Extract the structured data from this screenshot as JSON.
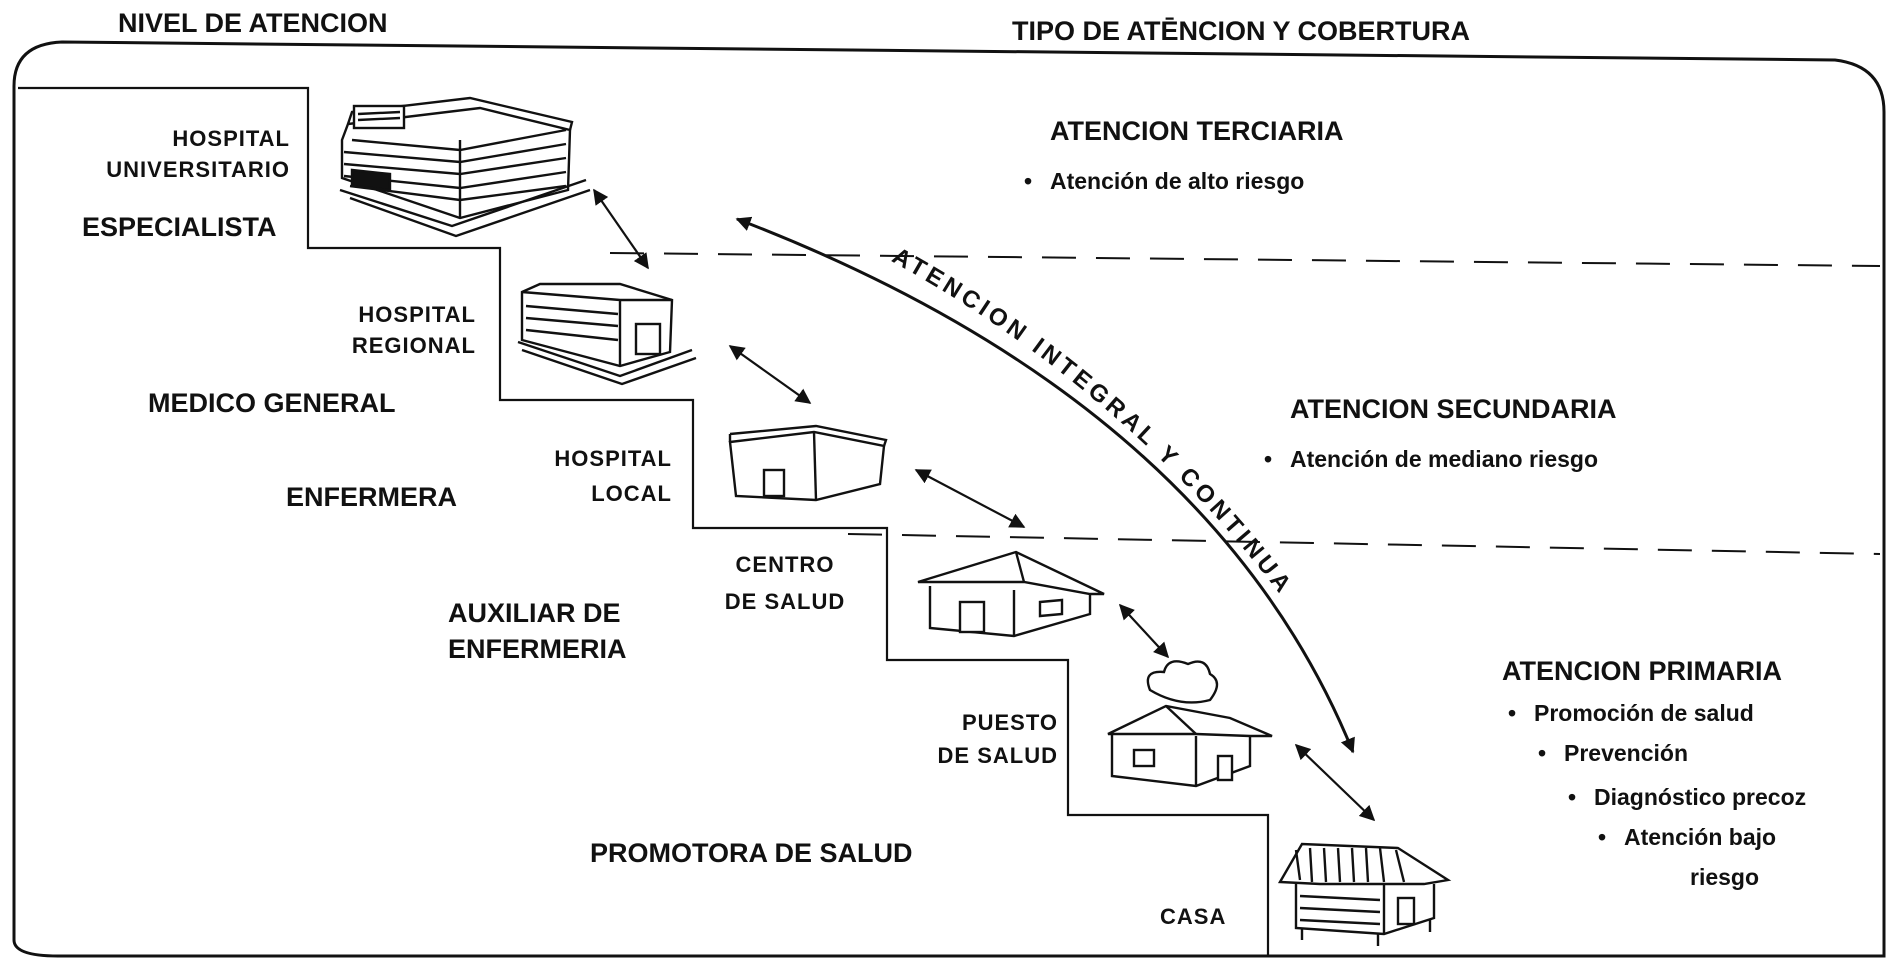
{
  "headers": {
    "nivel": "NIVEL DE ATENCION",
    "tipo": "TIPO DE ATĒNCION Y COBERTURA"
  },
  "staff": {
    "especialista": "ESPECIALISTA",
    "medico_general": "MEDICO GENERAL",
    "enfermera": "ENFERMERA",
    "auxiliar": [
      "AUXILIAR DE",
      "ENFERMERIA"
    ],
    "promotora": "PROMOTORA DE SALUD"
  },
  "facilities": {
    "hospital_universitario": [
      "HOSPITAL",
      "UNIVERSITARIO"
    ],
    "hospital_regional": [
      "HOSPITAL",
      "REGIONAL"
    ],
    "hospital_local": [
      "HOSPITAL",
      "LOCAL"
    ],
    "centro_salud": [
      "CENTRO",
      "DE SALUD"
    ],
    "puesto_salud": [
      "PUESTO",
      "DE SALUD"
    ],
    "casa": "CASA"
  },
  "levels": {
    "terciaria": {
      "title": "ATENCION TERCIARIA",
      "bullets": [
        "Atención de alto riesgo"
      ]
    },
    "secundaria": {
      "title": "ATENCION SECUNDARIA",
      "bullets": [
        "Atención de mediano riesgo"
      ]
    },
    "primaria": {
      "title": "ATENCION PRIMARIA",
      "bullets": [
        "Promoción de salud",
        "Prevención",
        "Diagnóstico precoz",
        "Atención bajo",
        "riesgo"
      ]
    }
  },
  "arc_label": "ATENCION INTEGRAL Y CONTINUA"
}
